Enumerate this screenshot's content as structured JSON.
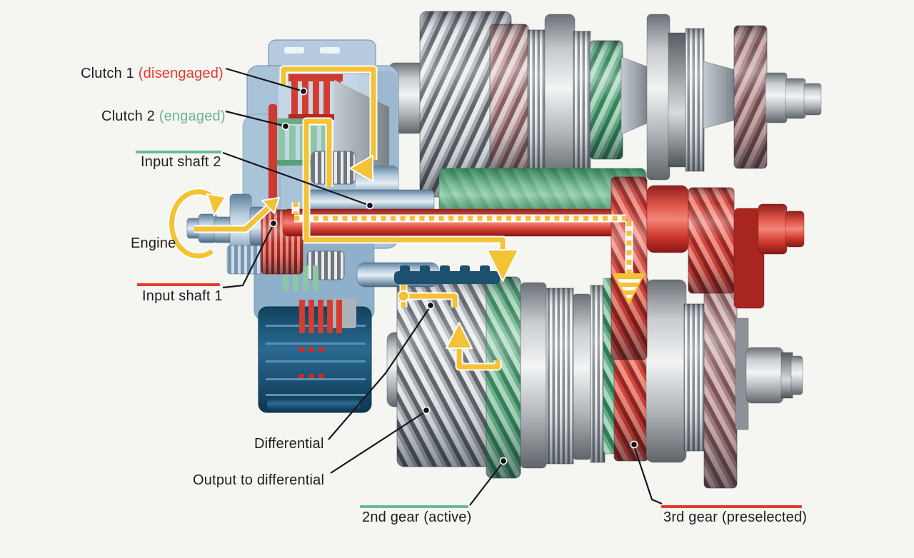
{
  "labels": {
    "clutch1": {
      "label": "Clutch 1",
      "status": "(disengaged)"
    },
    "clutch2": {
      "label": "Clutch 2",
      "status": "(engaged)"
    },
    "input_shaft_2": "Input shaft 2",
    "engine": "Engine",
    "input_shaft_1": "Input shaft 1",
    "differential": "Differential",
    "output_to_differential": "Output to differential",
    "second_gear": "2nd gear (active)",
    "third_gear": "3rd gear (preselected)"
  },
  "colors": {
    "status_disengaged_red": "#e8392f",
    "status_engaged_green": "#6cb68e",
    "marker_green": "#6fb893",
    "marker_red": "#e8392f",
    "power_flow_yellow": "#f3c235",
    "input_shaft_1_red": "#d93a32",
    "input_shaft_2_green": "#5aa87c",
    "clutch_housing_blue": "#a9c3d9",
    "housing_dark_blue": "#1d5b78",
    "background": "#f5f5f2"
  }
}
